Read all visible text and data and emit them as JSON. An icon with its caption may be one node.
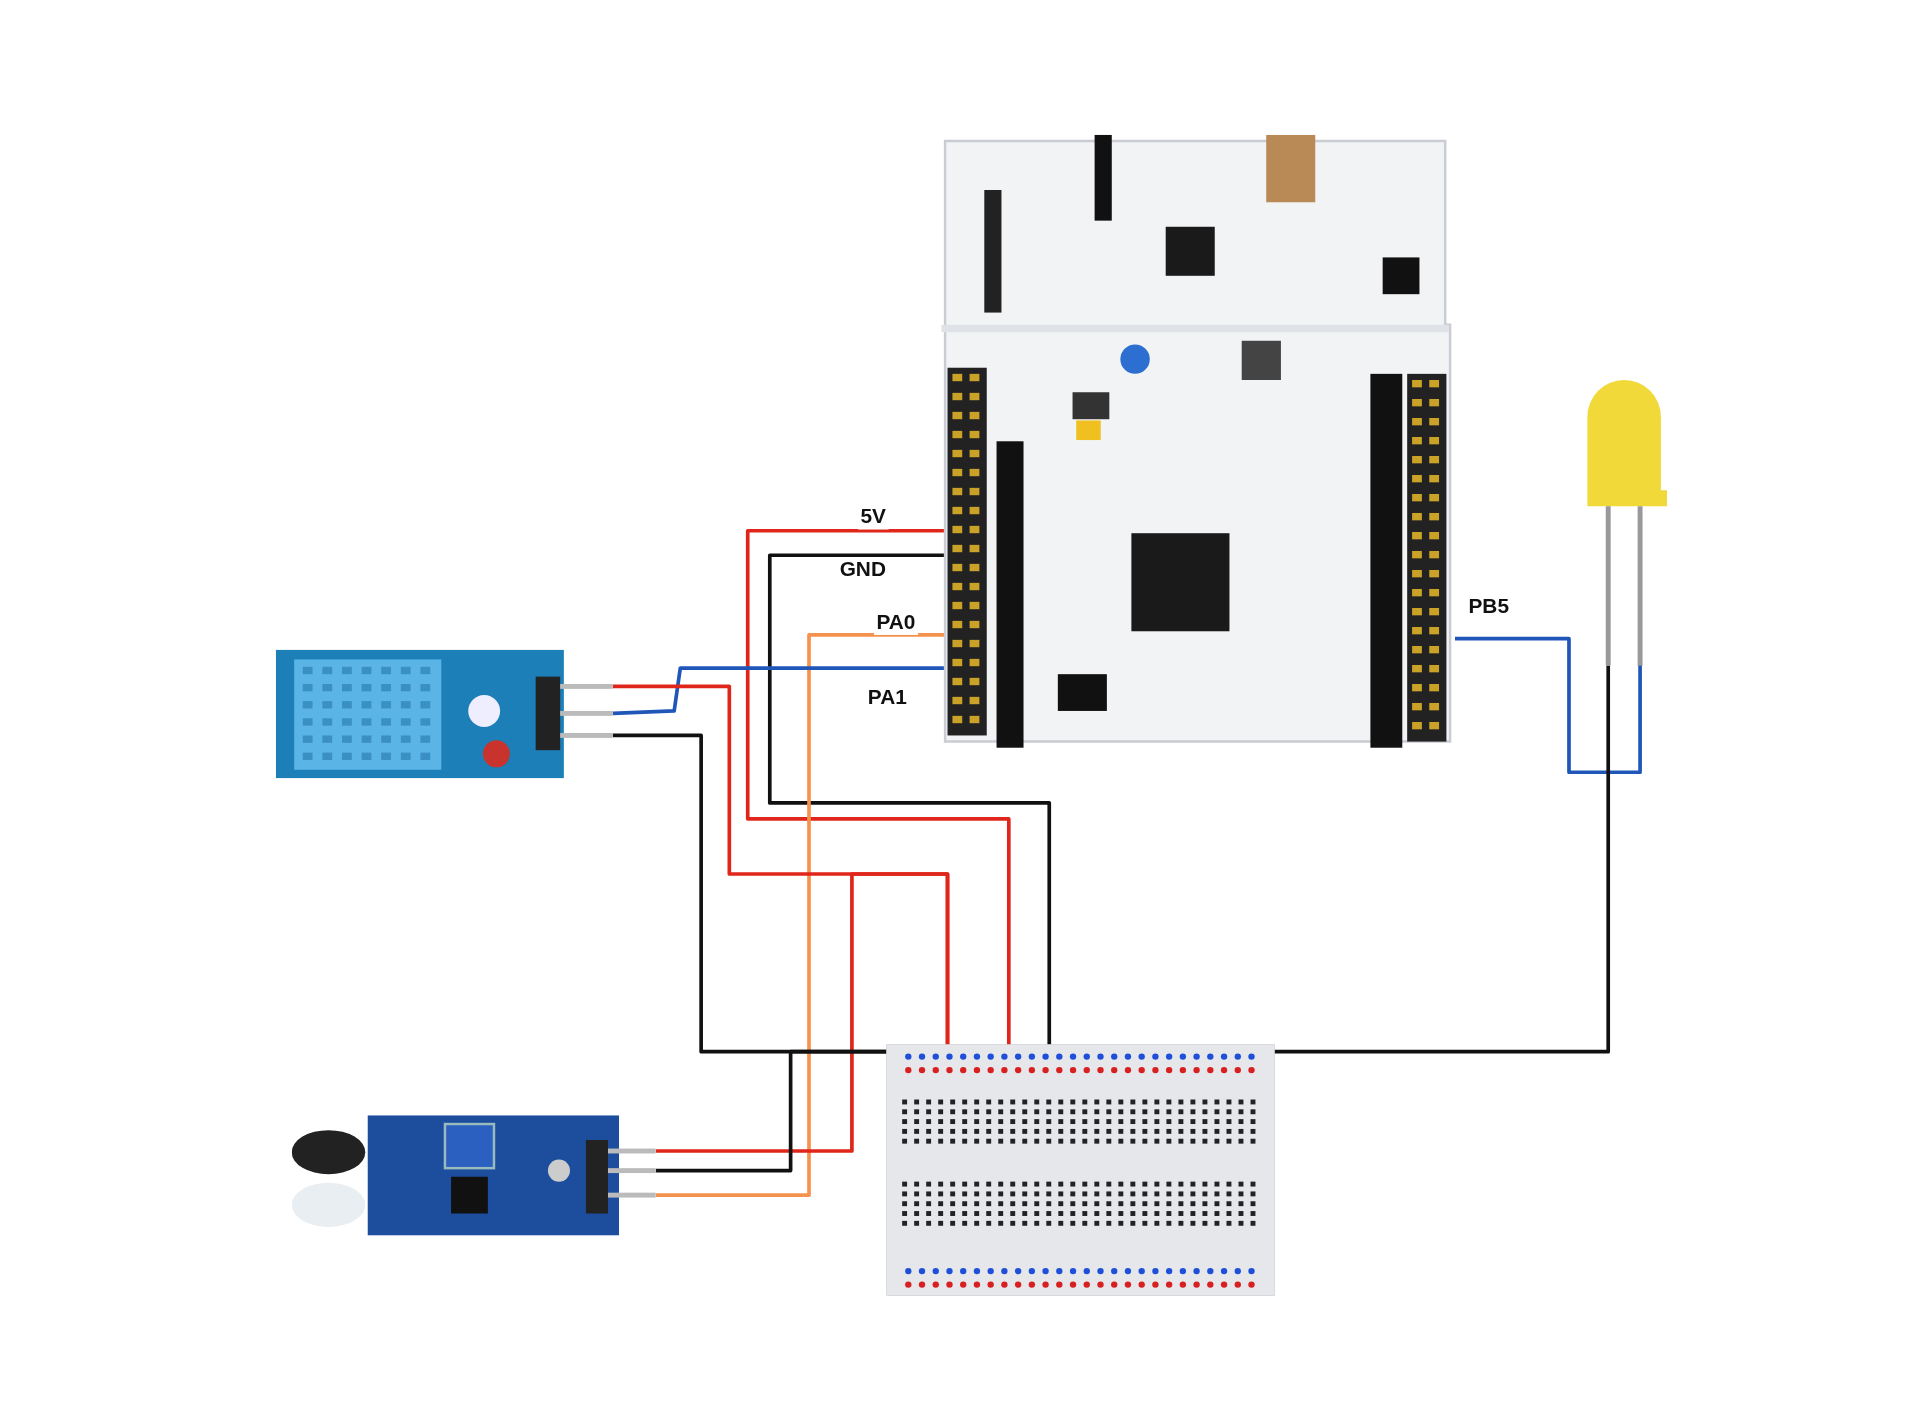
{
  "diagram": {
    "nodes": [
      {
        "text": [],
        "shape": "picture"
      },
      {
        "text": [],
        "shape": "picture"
      },
      {
        "text": [],
        "shape": "picture"
      },
      {
        "text": [],
        "shape": "picture"
      },
      {
        "text": [],
        "shape": "picture"
      }
    ],
    "edges": [
      {
        "from": 0,
        "to": 3,
        "arrow": "none",
        "label": "5V",
        "color": "#e0261b"
      },
      {
        "from": 0,
        "to": 3,
        "arrow": "none",
        "label": "GND"
      },
      {
        "from": 0,
        "to": 2,
        "arrow": "none",
        "label": "PA0",
        "color": "#f5924e"
      },
      {
        "from": 0,
        "to": 1,
        "arrow": "none",
        "label": "PA1",
        "color": "#1f56b8"
      },
      {
        "from": 0,
        "to": 4,
        "arrow": "none",
        "label": "PB5",
        "color": "#1f56b8"
      },
      {
        "from": 1,
        "to": 3,
        "arrow": "none",
        "color": "#e0261b"
      },
      {
        "from": 2,
        "to": 3,
        "arrow": "none",
        "color": "#e0261b"
      },
      {
        "from": 1,
        "to": 3,
        "arrow": "none"
      },
      {
        "from": 2,
        "to": 3,
        "arrow": "none"
      },
      {
        "from": 4,
        "to": 3,
        "arrow": "none"
      }
    ]
  }
}
